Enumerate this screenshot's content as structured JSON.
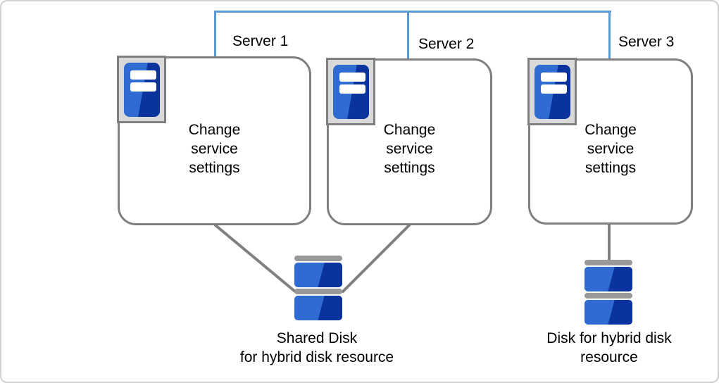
{
  "nodes": [
    {
      "server_label": "Server 1",
      "caption": "Change\nservice\nsettings",
      "icon": "server-icon"
    },
    {
      "server_label": "Server 2",
      "caption": "Change\nservice\nsettings",
      "icon": "server-icon"
    },
    {
      "server_label": "Server 3",
      "caption": "Change\nservice\nsettings",
      "icon": "server-icon"
    }
  ],
  "disks": [
    {
      "label": "Shared Disk\nfor hybrid disk resource",
      "icon": "disk-stack-icon",
      "connected_servers": [
        "Server 1",
        "Server 2"
      ]
    },
    {
      "label": "Disk for hybrid disk\nresource",
      "icon": "disk-stack-icon",
      "connected_servers": [
        "Server 3"
      ]
    }
  ],
  "colors": {
    "connector_blue": "#5B9BD5",
    "connector_gray": "#808080",
    "box_border": "#7f7f7f",
    "canvas_border": "#d0d0d0",
    "icon_frame_bg": "#d9d9d9",
    "icon_blue_light": "#2f6bd0",
    "icon_blue_dark": "#0a339e",
    "disk_cap_gray": "#999999"
  }
}
